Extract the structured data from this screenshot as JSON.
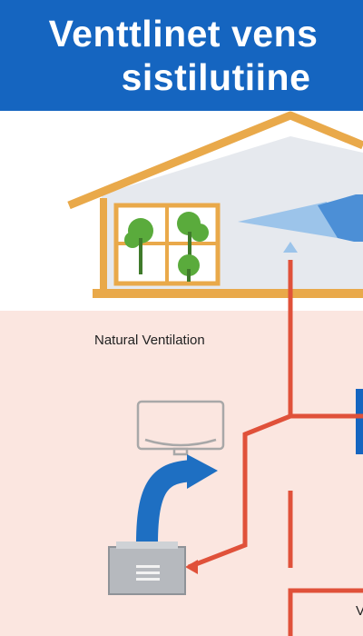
{
  "header": {
    "title_line_1": "Venttlinet vens",
    "title_line_2": "sistilutiine"
  },
  "captions": {
    "natural_ventilation": "Natural Ventilation",
    "partial_bottom_right": "V"
  },
  "colors": {
    "header_blue": "#1565c0",
    "duct_red": "#e0513a",
    "airflow_blue": "#1e6fc2",
    "roof_orange": "#e9a94a",
    "ground_pink": "#fbe6e0"
  }
}
